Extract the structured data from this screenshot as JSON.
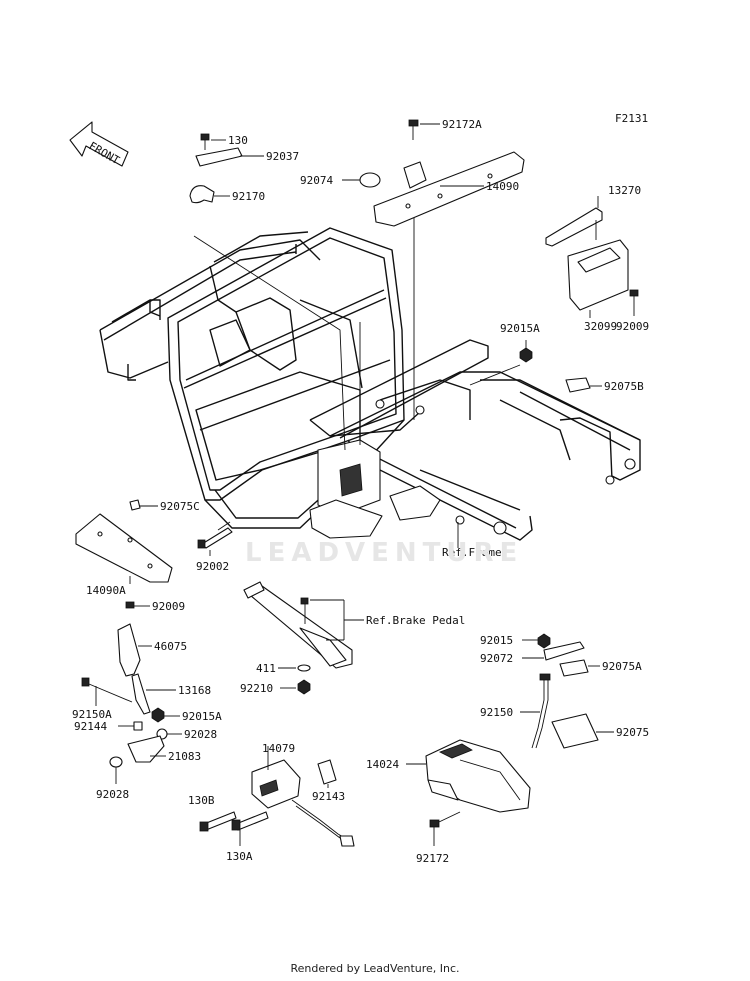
{
  "diagram_id": "F2131",
  "watermark": "LEADVENTURE",
  "footer": "Rendered by LeadVenture, Inc.",
  "front_arrow_label": "FRONT",
  "labels": {
    "p130": "130",
    "p92037": "92037",
    "p92170": "92170",
    "p92172A": "92172A",
    "p92074": "92074",
    "p14090": "14090",
    "p13270": "13270",
    "p32099": "32099",
    "p92009a": "92009",
    "p92015A_top": "92015A",
    "p92075B": "92075B",
    "p92075C": "92075C",
    "p14090A": "14090A",
    "p92009b": "92009",
    "p92002": "92002",
    "ref_frame": "Ref.Frame",
    "ref_brake": "Ref.Brake Pedal",
    "p46075": "46075",
    "p13168": "13168",
    "p92150A": "92150A",
    "p92144": "92144",
    "p92015A": "92015A",
    "p92028a": "92028",
    "p21083": "21083",
    "p92028b": "92028",
    "p411": "411",
    "p92210": "92210",
    "p92015": "92015",
    "p92072": "92072",
    "p92075A": "92075A",
    "p92150": "92150",
    "p92075": "92075",
    "p14079": "14079",
    "p92143": "92143",
    "p130B": "130B",
    "p130A": "130A",
    "p14024": "14024",
    "p92172": "92172"
  }
}
